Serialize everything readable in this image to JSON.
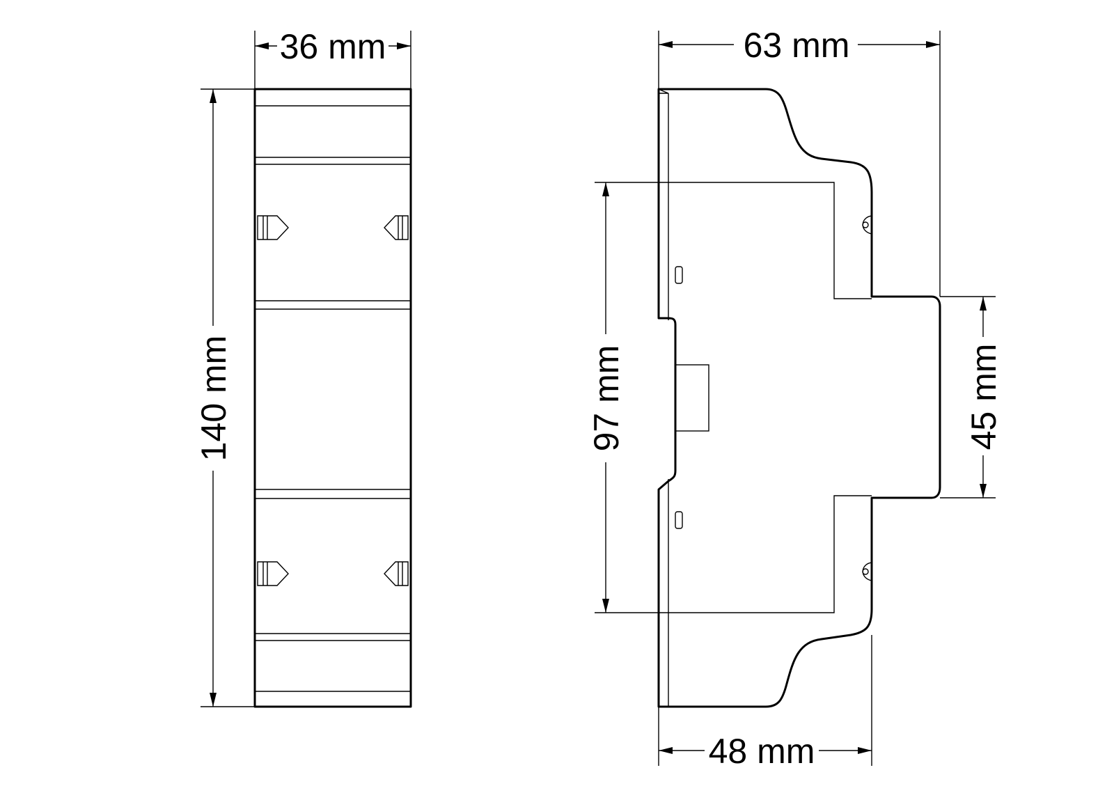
{
  "front_view": {
    "width_label": "36 mm",
    "height_label": "140 mm"
  },
  "side_view": {
    "depth_label": "63 mm",
    "rail_depth_label": "48 mm",
    "body_height_label": "97 mm",
    "front_height_label": "45 mm"
  }
}
